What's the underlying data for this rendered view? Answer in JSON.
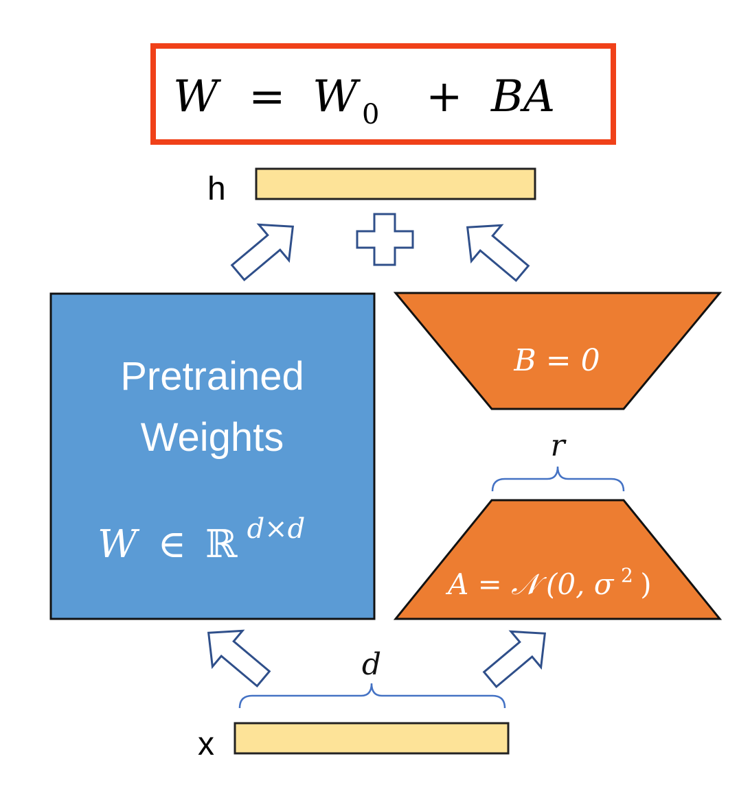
{
  "colors": {
    "equation_border": "#f04119",
    "vector_fill": "#fde398",
    "pretrained_fill": "#5b9bd5",
    "lora_fill": "#ed7d31",
    "arrow_stroke": "#2f4f8a",
    "brace_stroke": "#4472c4"
  },
  "equation": {
    "W": "W",
    "eq": "=",
    "W0_base": "W",
    "W0_sub": "0",
    "plus": "+",
    "BA": "BA"
  },
  "output": {
    "label": "h"
  },
  "input": {
    "label": "x"
  },
  "pretrained": {
    "line1": "Pretrained",
    "line2": "Weights",
    "W": "W",
    "in": "∈",
    "R": "ℝ",
    "exp": "d×d"
  },
  "lora_b": {
    "text": "B = 0"
  },
  "lora_a": {
    "prefix": "A = ",
    "N": "𝒩",
    "args": "(0, σ",
    "sq": "2",
    "close": ")"
  },
  "dims": {
    "r": "r",
    "d": "d"
  },
  "icons": {
    "arrows": "outline-arrow-icon",
    "plus": "plus-icon"
  }
}
